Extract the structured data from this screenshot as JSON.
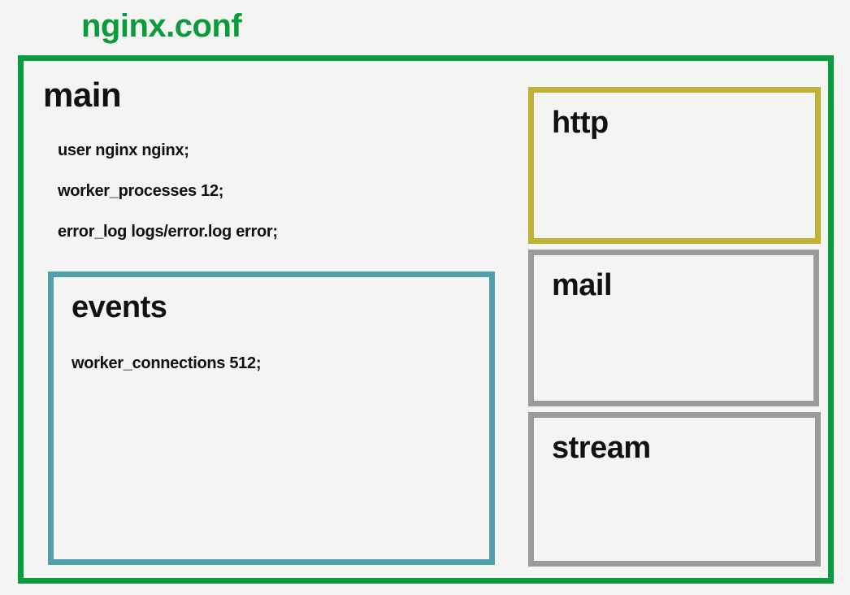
{
  "title": "nginx.conf",
  "colors": {
    "page_background": "#f4f4f2",
    "green_accent": "#0a9b3d",
    "teal_accent": "#4f9fad",
    "olive_accent": "#c1b237",
    "gray_accent": "#9a9a9a",
    "text": "#111111"
  },
  "blocks": {
    "main": {
      "label": "main",
      "directives": [
        "user nginx nginx;",
        "worker_processes 12;",
        "error_log logs/error.log error;"
      ]
    },
    "events": {
      "label": "events",
      "directives": [
        "worker_connections 512;"
      ]
    },
    "http": {
      "label": "http"
    },
    "mail": {
      "label": "mail"
    },
    "stream": {
      "label": "stream"
    }
  }
}
